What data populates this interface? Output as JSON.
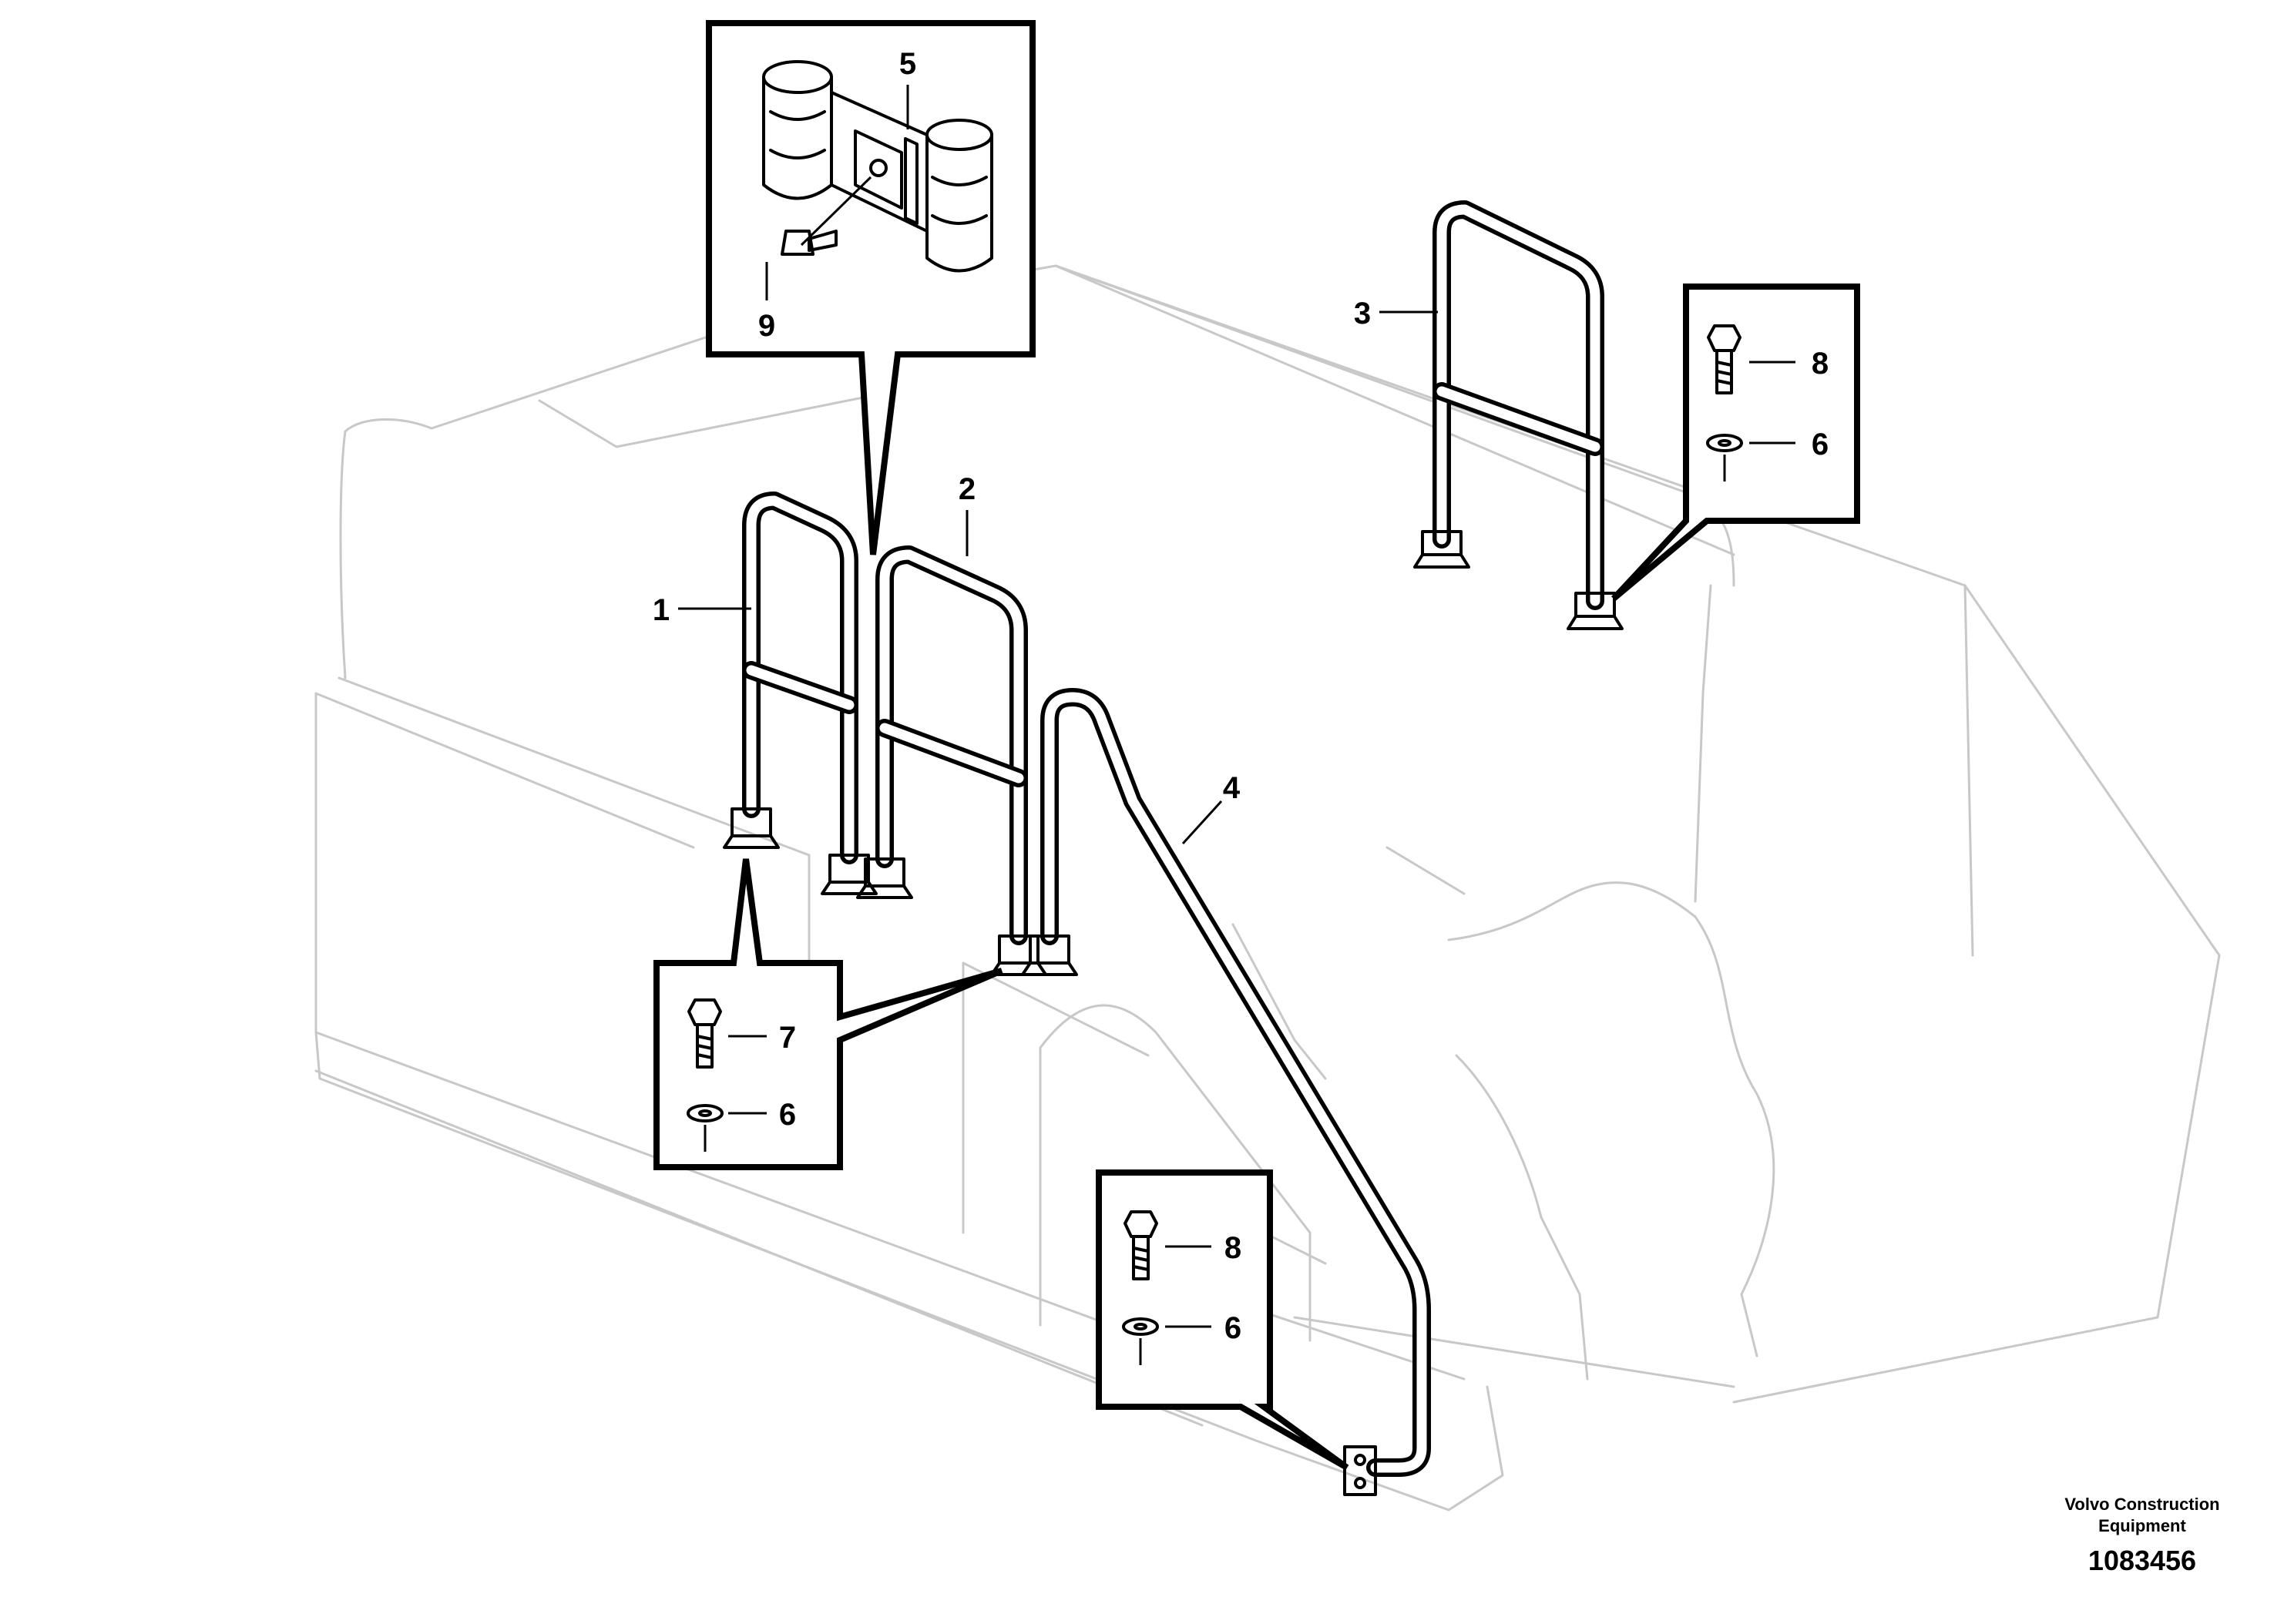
{
  "callouts": {
    "c1": "1",
    "c2": "2",
    "c3": "3",
    "c4": "4",
    "c5": "5",
    "c6a": "6",
    "c6b": "6",
    "c6c": "6",
    "c7": "7",
    "c8a": "8",
    "c8b": "8",
    "c9": "9"
  },
  "brand": {
    "line1": "Volvo Construction",
    "line2": "Equipment"
  },
  "drawing_number": "1083456"
}
